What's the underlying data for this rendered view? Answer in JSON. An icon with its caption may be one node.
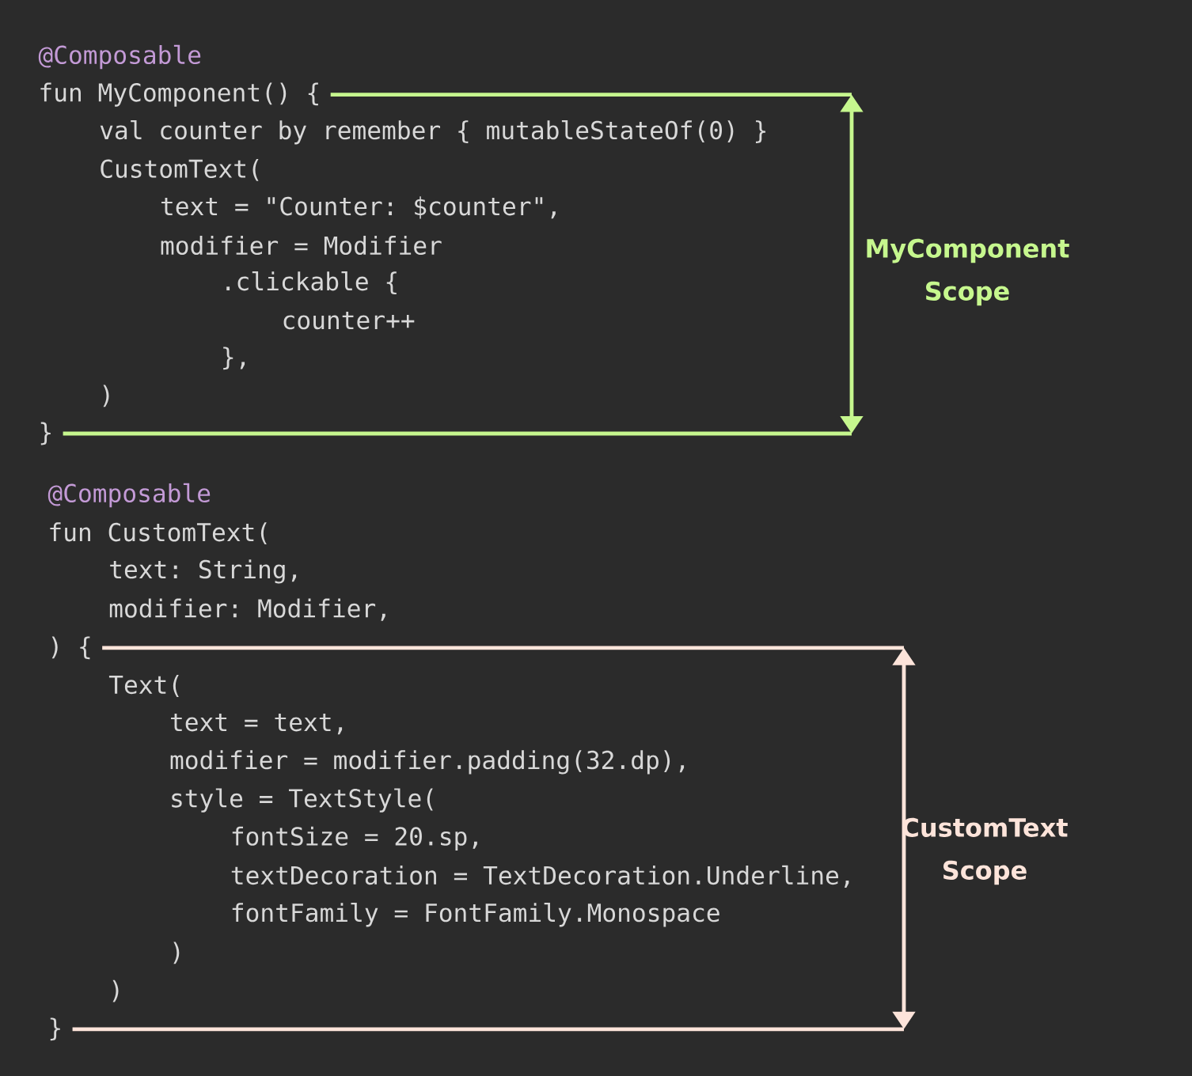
{
  "diagram": {
    "labels": [
      "@Composable",
      "fun MyComponent() {",
      "val counter by remember { mutableStateOf(0) }",
      "CustomText(",
      "text = \"Counter: $counter\",",
      "modifier = Modifier",
      ".clickable {",
      "counter++",
      "},",
      ")",
      "}",
      "MyComponent Scope",
      "@Composable",
      "fun CustomText(",
      "text: String,",
      "modifier: Modifier,",
      ") {",
      "Text(",
      "text = text,",
      "modifier = modifier.padding(32.dp),",
      "style = TextStyle(",
      "fontSize = 20.sp,",
      "textDecoration = TextDecoration.Underline,",
      "fontFamily = FontFamily.Monospace",
      ")",
      ")",
      "}",
      "CustomText Scope"
    ]
  }
}
